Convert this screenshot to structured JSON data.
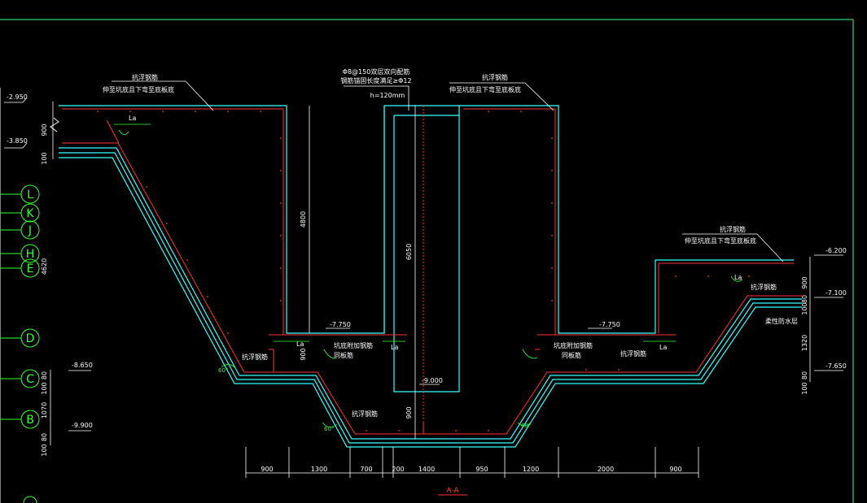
{
  "drawing": {
    "section_title": "A-A",
    "notes": {
      "top_left": [
        "抗浮钢筋",
        "伸至坑底且下弯至底板底"
      ],
      "top_center": [
        "Φ8@150双层双向配筋",
        "钢筋锚固长度满足≥Φ12"
      ],
      "top_center_thickness": "h=120mm",
      "top_right": [
        "抗浮钢筋",
        "伸至坑底且下弯至底板底"
      ],
      "mid_right": [
        "抗浮钢筋",
        "伸至坑底且下弯至底板底"
      ]
    },
    "callouts": {
      "anti_float_left": "抗浮钢筋",
      "anti_float_bottom": "抗浮钢筋",
      "anti_float_right": "抗浮钢筋",
      "anti_float_right_upper": "抗浮钢筋",
      "waterproof_right": "柔性防水层",
      "corner_add_left": "坑底附加钢筋",
      "corner_add_left2": "同板筋",
      "corner_add_right": "坑底附加钢筋",
      "corner_add_right2": "同板筋",
      "anti_float_mid_right": "抗浮钢筋",
      "la": "La"
    },
    "elevations": {
      "left_1": "-2.950",
      "left_2": "-3.850",
      "left_3": "-8.650",
      "left_4": "-9.900",
      "mid_left": "-7.750",
      "mid_right": "-7.750",
      "pit_bottom": "-9.000",
      "right_1": "-6.200",
      "right_2": "-7.100",
      "right_3": "-7.650"
    },
    "vertical_dims": {
      "left_900": "900",
      "left_100": "100",
      "left_4620": "4620",
      "left_80a": "80",
      "left_100b": "100",
      "left_1070": "1070",
      "left_80b": "80",
      "left_100c": "100",
      "wall_4800": "4800",
      "pit_6050": "6050",
      "step_900": "900",
      "pit_900": "900",
      "right_900": "900",
      "right_80": "80",
      "right_100": "100",
      "right_1320": "1320",
      "right_80b": "80",
      "right_100b": "100"
    },
    "bottom_dims": [
      "900",
      "1300",
      "700",
      "200",
      "1400",
      "950",
      "1200",
      "2000",
      "900"
    ],
    "angles": {
      "a1": "60°",
      "a2": "60°",
      "a3": "60°"
    },
    "grid_axes": [
      "L",
      "K",
      "J",
      "H",
      "E",
      "D",
      "C",
      "B"
    ],
    "colors": {
      "background": "#000000",
      "concrete_outline": "#33ffff",
      "rebar": "#ff3333",
      "dimension": "#ffffff",
      "dimension_tick": "#33ff33",
      "frame": "#33ff99"
    }
  }
}
